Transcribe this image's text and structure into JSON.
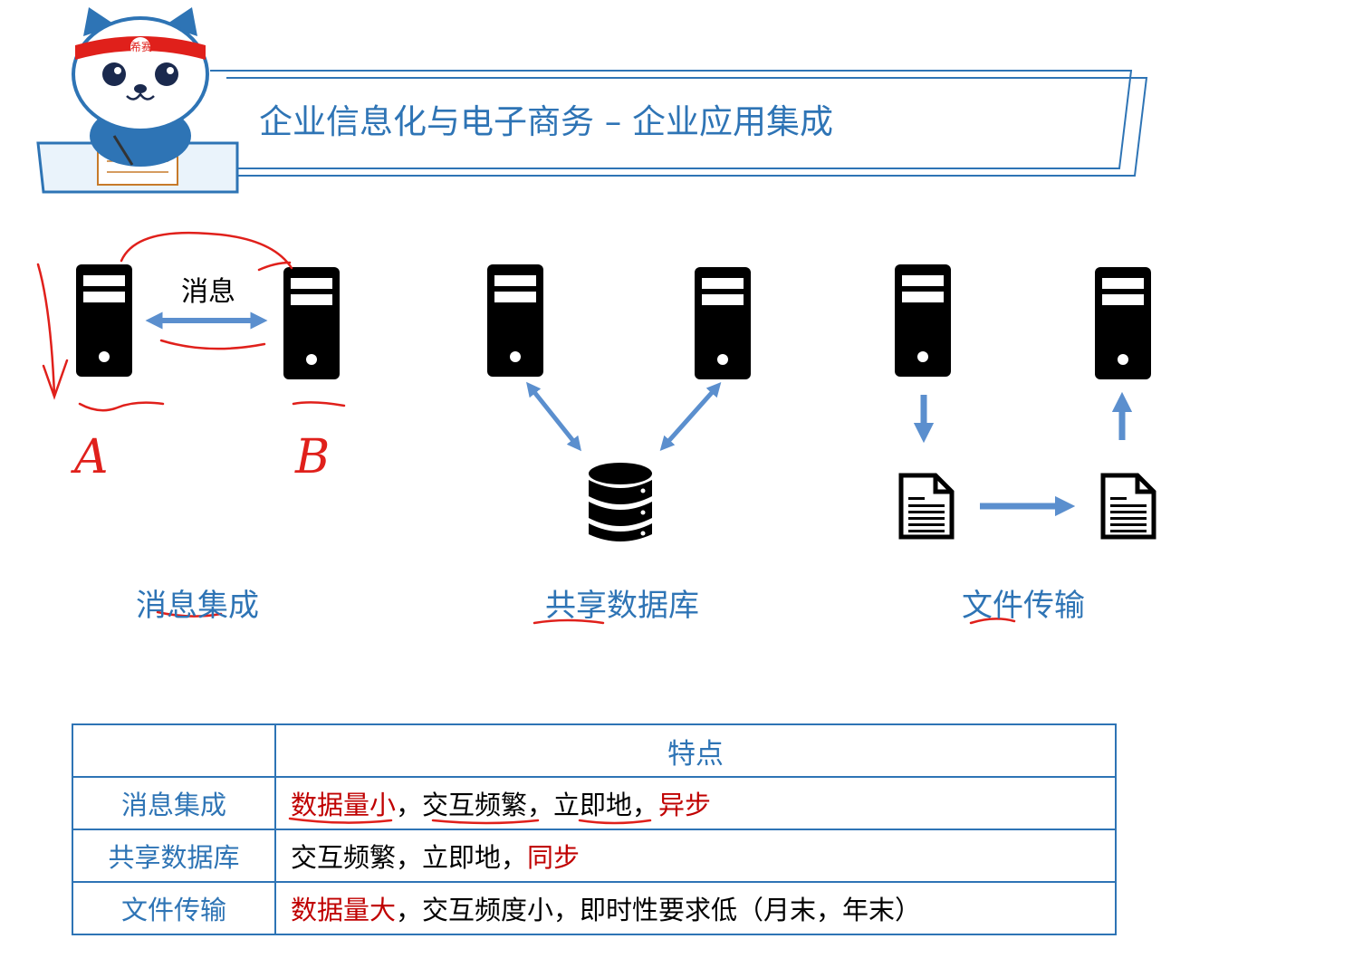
{
  "header": {
    "title": "企业信息化与电子商务 – 企业应用集成",
    "logo_text": "希赛"
  },
  "diagram": {
    "message_label": "消息",
    "handwriting": [
      "A",
      "B"
    ],
    "sections": [
      {
        "label": "消息集成"
      },
      {
        "label": "共享数据库"
      },
      {
        "label": "文件传输"
      }
    ]
  },
  "table": {
    "header": "特点",
    "rows": [
      {
        "name": "消息集成",
        "parts": [
          {
            "text": "数据量小",
            "color": "red"
          },
          {
            "text": "，交互频繁，立即地，",
            "color": "black"
          },
          {
            "text": "异步",
            "color": "red"
          }
        ]
      },
      {
        "name": "共享数据库",
        "parts": [
          {
            "text": "交互频繁，立即地，",
            "color": "black"
          },
          {
            "text": "同步",
            "color": "red"
          }
        ]
      },
      {
        "name": "文件传输",
        "parts": [
          {
            "text": "数据量大",
            "color": "red"
          },
          {
            "text": "，交互频度小，即时性要求低（月末，年末）",
            "color": "black"
          }
        ]
      }
    ]
  },
  "colors": {
    "accent": "#2e74b5",
    "annotation": "#e0201b",
    "arrow": "#5b8fce"
  }
}
